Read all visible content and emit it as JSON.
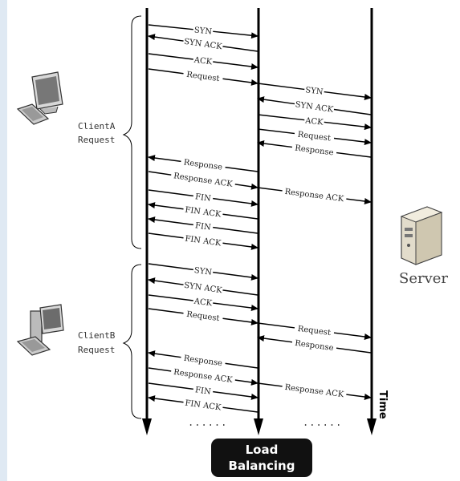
{
  "labels": {
    "clientA_line1": "ClientA",
    "clientA_line2": "Request",
    "clientB_line1": "ClientB",
    "clientB_line2": "Request",
    "server": "Server",
    "time": "Time",
    "dots": "......",
    "lb_line1": "Load",
    "lb_line2": "Balancing"
  },
  "messages": [
    {
      "label": "SYN",
      "from": "client",
      "to": "lb"
    },
    {
      "label": "SYN ACK",
      "from": "lb",
      "to": "client"
    },
    {
      "label": "ACK",
      "from": "client",
      "to": "lb"
    },
    {
      "label": "Request",
      "from": "client",
      "to": "lb"
    },
    {
      "label": "SYN",
      "from": "lb",
      "to": "server"
    },
    {
      "label": "SYN ACK",
      "from": "server",
      "to": "lb"
    },
    {
      "label": "ACK",
      "from": "lb",
      "to": "server"
    },
    {
      "label": "Request",
      "from": "lb",
      "to": "server"
    },
    {
      "label": "Response",
      "from": "server",
      "to": "lb"
    },
    {
      "label": "Response",
      "from": "lb",
      "to": "client"
    },
    {
      "label": "Response ACK",
      "from": "client",
      "to": "lb"
    },
    {
      "label": "Response ACK",
      "from": "lb",
      "to": "server"
    },
    {
      "label": "FIN",
      "from": "client",
      "to": "lb"
    },
    {
      "label": "FIN ACK",
      "from": "lb",
      "to": "client"
    },
    {
      "label": "FIN",
      "from": "lb",
      "to": "client"
    },
    {
      "label": "FIN ACK",
      "from": "client",
      "to": "lb"
    },
    {
      "label": "SYN",
      "from": "client",
      "to": "lb"
    },
    {
      "label": "SYN ACK",
      "from": "lb",
      "to": "client"
    },
    {
      "label": "ACK",
      "from": "client",
      "to": "lb"
    },
    {
      "label": "Request",
      "from": "client",
      "to": "lb"
    },
    {
      "label": "Request",
      "from": "lb",
      "to": "server"
    },
    {
      "label": "Response",
      "from": "server",
      "to": "lb"
    },
    {
      "label": "Response",
      "from": "lb",
      "to": "client"
    },
    {
      "label": "Response ACK",
      "from": "client",
      "to": "lb"
    },
    {
      "label": "Response ACK",
      "from": "lb",
      "to": "server"
    },
    {
      "label": "FIN",
      "from": "client",
      "to": "lb"
    },
    {
      "label": "FIN ACK",
      "from": "lb",
      "to": "client"
    }
  ]
}
